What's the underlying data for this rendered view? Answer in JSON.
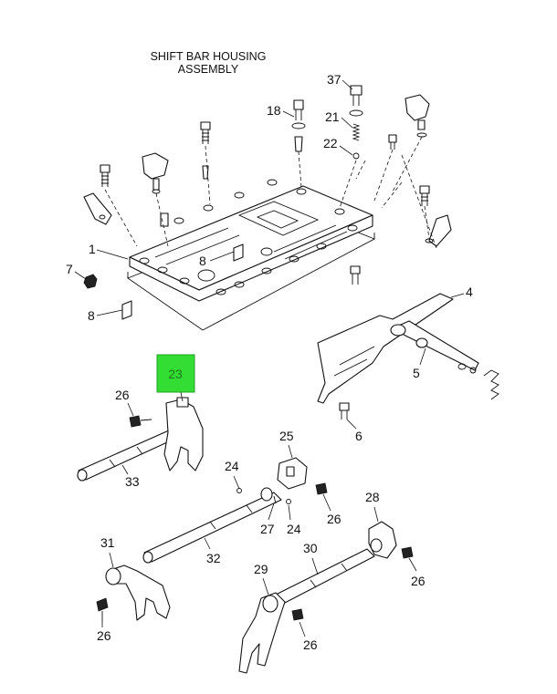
{
  "title": {
    "line1": "SHIFT BAR HOUSING",
    "line2": "ASSEMBLY"
  },
  "highlight": {
    "part_number": "23",
    "color": "#33dd33"
  },
  "callouts": [
    {
      "id": "c37",
      "label": "37"
    },
    {
      "id": "c18",
      "label": "18"
    },
    {
      "id": "c21",
      "label": "21"
    },
    {
      "id": "c22",
      "label": "22"
    },
    {
      "id": "c1",
      "label": "1"
    },
    {
      "id": "c7",
      "label": "7"
    },
    {
      "id": "c8a",
      "label": "8"
    },
    {
      "id": "c8b",
      "label": "8"
    },
    {
      "id": "c4",
      "label": "4"
    },
    {
      "id": "c5",
      "label": "5"
    },
    {
      "id": "c6",
      "label": "6"
    },
    {
      "id": "c26a",
      "label": "26"
    },
    {
      "id": "c33",
      "label": "33"
    },
    {
      "id": "c24a",
      "label": "24"
    },
    {
      "id": "c25",
      "label": "25"
    },
    {
      "id": "c26b",
      "label": "26"
    },
    {
      "id": "c27",
      "label": "27"
    },
    {
      "id": "c24b",
      "label": "24"
    },
    {
      "id": "c32",
      "label": "32"
    },
    {
      "id": "c28",
      "label": "28"
    },
    {
      "id": "c31",
      "label": "31"
    },
    {
      "id": "c30",
      "label": "30"
    },
    {
      "id": "c29",
      "label": "29"
    },
    {
      "id": "c26c",
      "label": "26"
    },
    {
      "id": "c26d",
      "label": "26"
    },
    {
      "id": "c26e",
      "label": "26"
    }
  ]
}
